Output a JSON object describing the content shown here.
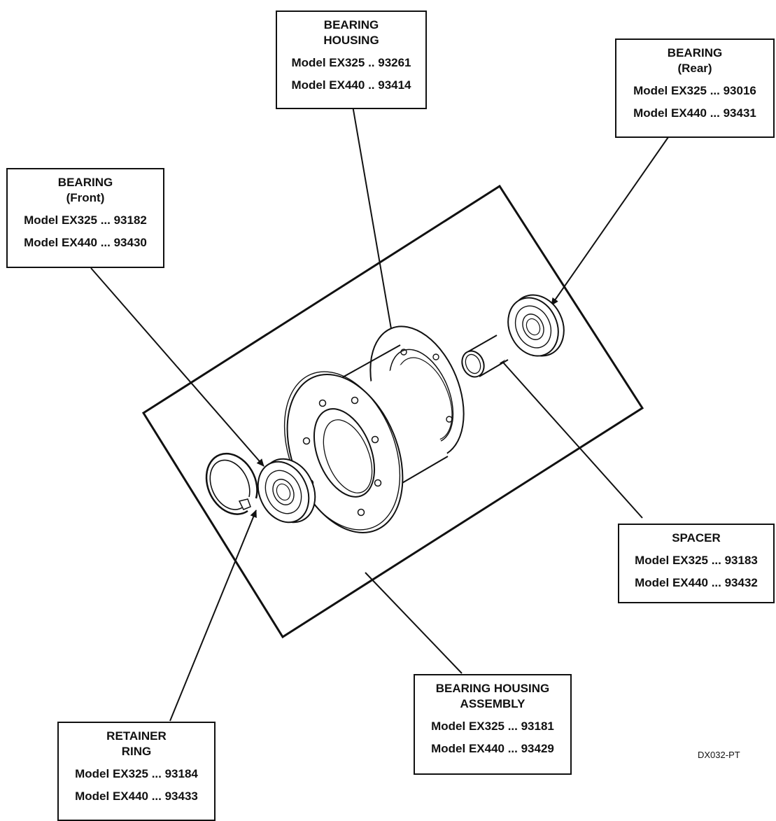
{
  "callouts": {
    "bearing_housing": {
      "title_lines": [
        "BEARING",
        "HOUSING"
      ],
      "rows": [
        "Model EX325 .. 93261",
        "Model EX440 .. 93414"
      ]
    },
    "bearing_rear": {
      "title_lines": [
        "BEARING",
        "(Rear)"
      ],
      "rows": [
        "Model EX325 ... 93016",
        "Model EX440 ... 93431"
      ]
    },
    "bearing_front": {
      "title_lines": [
        "BEARING",
        "(Front)"
      ],
      "rows": [
        "Model EX325 ... 93182",
        "Model EX440 ... 93430"
      ]
    },
    "spacer": {
      "title_lines": [
        "SPACER"
      ],
      "rows": [
        "Model EX325 ... 93183",
        "Model EX440 ... 93432"
      ]
    },
    "housing_assembly": {
      "title_lines": [
        "BEARING HOUSING",
        "ASSEMBLY"
      ],
      "rows": [
        "Model EX325 ... 93181",
        "Model EX440 ... 93429"
      ]
    },
    "retainer_ring": {
      "title_lines": [
        "RETAINER",
        "RING"
      ],
      "rows": [
        "Model EX325 ... 93184",
        "Model EX440 ... 93433"
      ]
    }
  },
  "drawing_code": "DX032-PT"
}
